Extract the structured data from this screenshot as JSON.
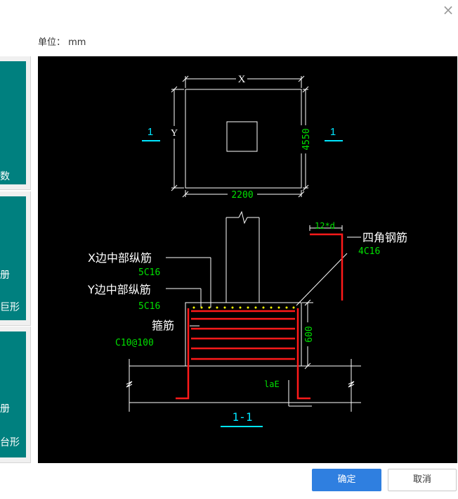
{
  "dialog": {
    "close_glyph": "×",
    "unit_label": "单位：  mm"
  },
  "thumbnails": [
    {
      "text": "数"
    },
    {
      "text_top": "册",
      "text_bottom": "巨形"
    },
    {
      "text_top": "册",
      "text_bottom": "台形"
    }
  ],
  "drawing": {
    "plan": {
      "x_label": "X",
      "y_label": "Y",
      "x_value": "2200",
      "y_value": "4550",
      "section_mark": "1"
    },
    "section": {
      "x_mid_bar_label": "X边中部纵筋",
      "x_mid_bar_value": "5C16",
      "y_mid_bar_label": "Y边中部纵筋",
      "y_mid_bar_value": "5C16",
      "stirrup_label": "箍筋",
      "stirrup_value": "C10@100",
      "corner_bar_label": "四角钢筋",
      "corner_bar_value": "4C16",
      "bend_length": "12*d",
      "height_value": "600",
      "anchor_label": "laE",
      "section_title": "1-1"
    }
  },
  "colors": {
    "line": "#ffffff",
    "value_green": "#00e000",
    "rebar_red": "#ff1a1a",
    "mark_cyan": "#00e6ff",
    "dot_yellow": "#ffff00"
  },
  "footer": {
    "ok_label": "确定",
    "cancel_label": "取消"
  }
}
